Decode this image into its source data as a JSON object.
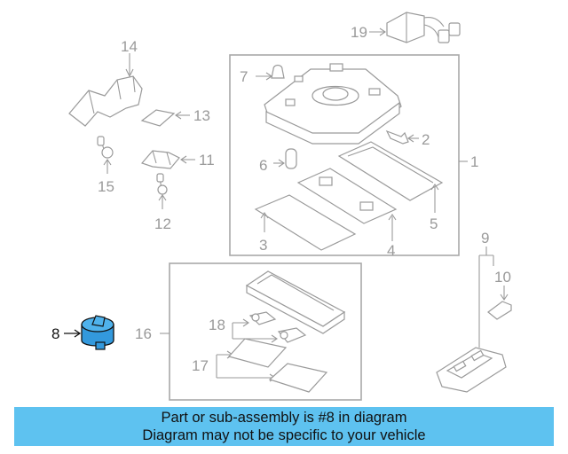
{
  "callouts": {
    "c1": "1",
    "c2": "2",
    "c3": "3",
    "c4": "4",
    "c5": "5",
    "c6": "6",
    "c7": "7",
    "c8": "8",
    "c9": "9",
    "c10": "10",
    "c11": "11",
    "c12": "12",
    "c13": "13",
    "c14": "14",
    "c15": "15",
    "c16": "16",
    "c17": "17",
    "c18": "18",
    "c19": "19"
  },
  "highlighted_part": "8",
  "colors": {
    "highlight": "#3399dd",
    "caption_bg": "#5ec2f0",
    "line": "#9a9a9a"
  },
  "caption": {
    "line1": "Part or sub-assembly is #8 in diagram",
    "line2": "Diagram may not be specific to your vehicle"
  }
}
